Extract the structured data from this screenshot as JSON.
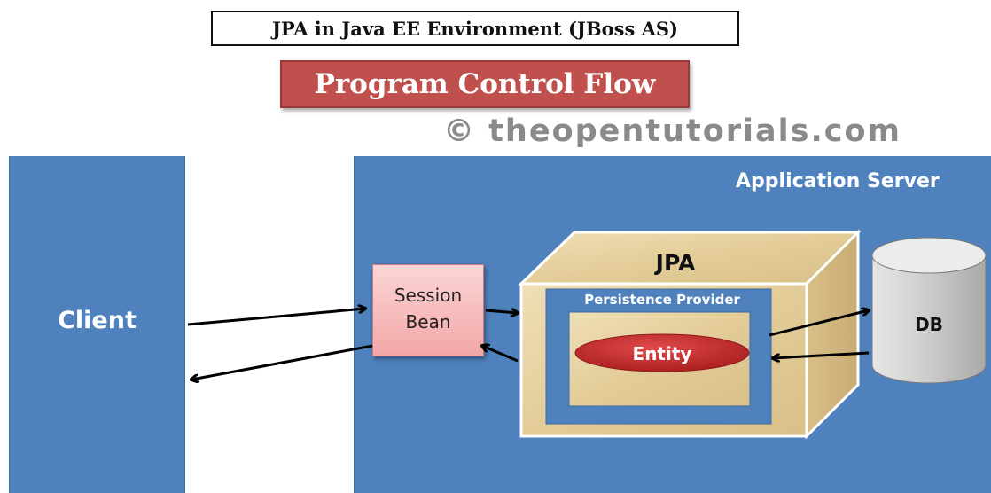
{
  "title": "JPA in Java EE Environment (JBoss AS)",
  "subtitle": "Program Control Flow",
  "watermark": "© theopentutorials.com",
  "client": {
    "label": "Client"
  },
  "server": {
    "label": "Application Server"
  },
  "session_bean": {
    "line1": "Session",
    "line2": "Bean"
  },
  "jpa": {
    "label": "JPA",
    "provider_label": "Persistence Provider",
    "entity_label": "Entity"
  },
  "db": {
    "label": "DB"
  },
  "colors": {
    "panel_blue": "#4f81bd",
    "title_red": "#c0504d",
    "entity_red": "#c0282a",
    "crate_tan": "#e6d2a4",
    "db_gray": "#c8c8c8"
  }
}
